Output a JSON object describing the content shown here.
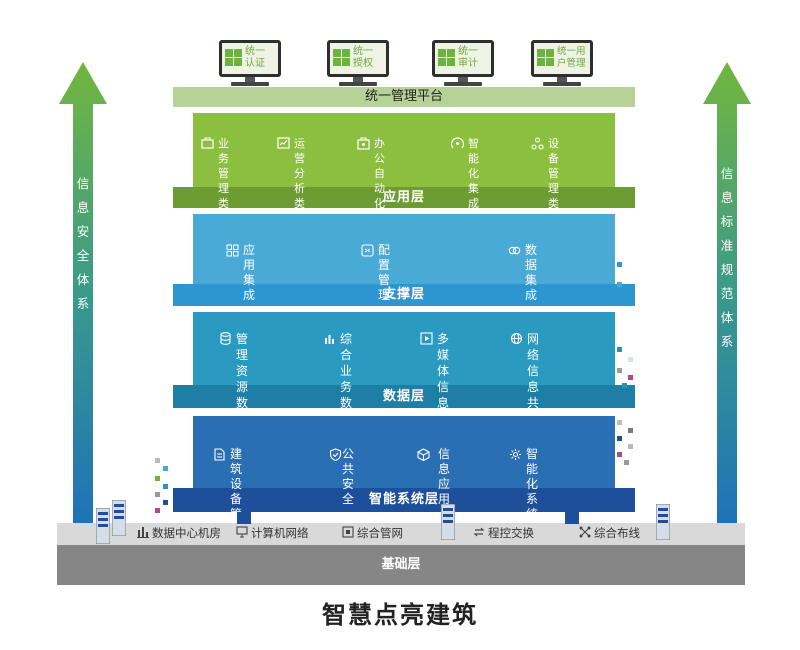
{
  "title": "智慧点亮建筑",
  "left_arrow": {
    "text": "信\n息\n安\n全\n体\n系",
    "color_top": "#6db33f",
    "color_bottom": "#1a75bb"
  },
  "right_arrow": {
    "text": "信\n息\n标\n准\n规\n范\n体\n系",
    "color_top": "#6db33f",
    "color_bottom": "#1a75bb"
  },
  "monitors": [
    {
      "label": "统一\n认证"
    },
    {
      "label": "统一\n授权"
    },
    {
      "label": "统一\n审计"
    },
    {
      "label": "统一用\n户管理"
    }
  ],
  "platform": {
    "label": "统一管理平台"
  },
  "application_layer": {
    "label": "应用层",
    "color": "#8cbf3f",
    "items": [
      {
        "icon": "briefcase-icon",
        "label": "业务管理类\n应用软件"
      },
      {
        "icon": "chart-icon",
        "label": "运营分析类\n应用软件"
      },
      {
        "icon": "office-icon",
        "label": "办公自动化类\n应用软件"
      },
      {
        "icon": "integration-icon",
        "label": "智能化集成\n应用软件"
      },
      {
        "icon": "device-icon",
        "label": "设备管理类\n应用软件"
      }
    ]
  },
  "support_layer": {
    "label": "支撑层",
    "color": "#4aaad6",
    "items": [
      {
        "icon": "apps-icon",
        "label": "应用集成"
      },
      {
        "icon": "config-icon",
        "label": "配置管理"
      },
      {
        "icon": "link-icon",
        "label": "数据集成"
      }
    ]
  },
  "data_layer": {
    "label": "数据层",
    "color": "#2893b5",
    "items": [
      {
        "icon": "database-icon",
        "label": "管理资源\n数据库"
      },
      {
        "icon": "bar-chart-icon",
        "label": "综合业务\n数据库"
      },
      {
        "icon": "play-icon",
        "label": "多媒体信息\n数据库"
      },
      {
        "icon": "globe-icon",
        "label": "网络信息\n共享数据库"
      }
    ]
  },
  "smart_layer": {
    "label": "智能系统层",
    "color": "#1f66ad",
    "items": [
      {
        "icon": "document-icon",
        "label": "建筑设备管理"
      },
      {
        "icon": "shield-icon",
        "label": "公共安全"
      },
      {
        "icon": "cube-icon",
        "label": "信息应用"
      },
      {
        "icon": "gear-icon",
        "label": "智能化系统"
      }
    ]
  },
  "foundation": {
    "label": "基础层",
    "items": [
      {
        "icon": "building-icon",
        "label": "数据中心机房"
      },
      {
        "icon": "computer-icon",
        "label": "计算机网络"
      },
      {
        "icon": "network-icon",
        "label": "综合管网"
      },
      {
        "icon": "switch-icon",
        "label": "程控交换"
      },
      {
        "icon": "cabling-icon",
        "label": "综合布线"
      }
    ]
  }
}
